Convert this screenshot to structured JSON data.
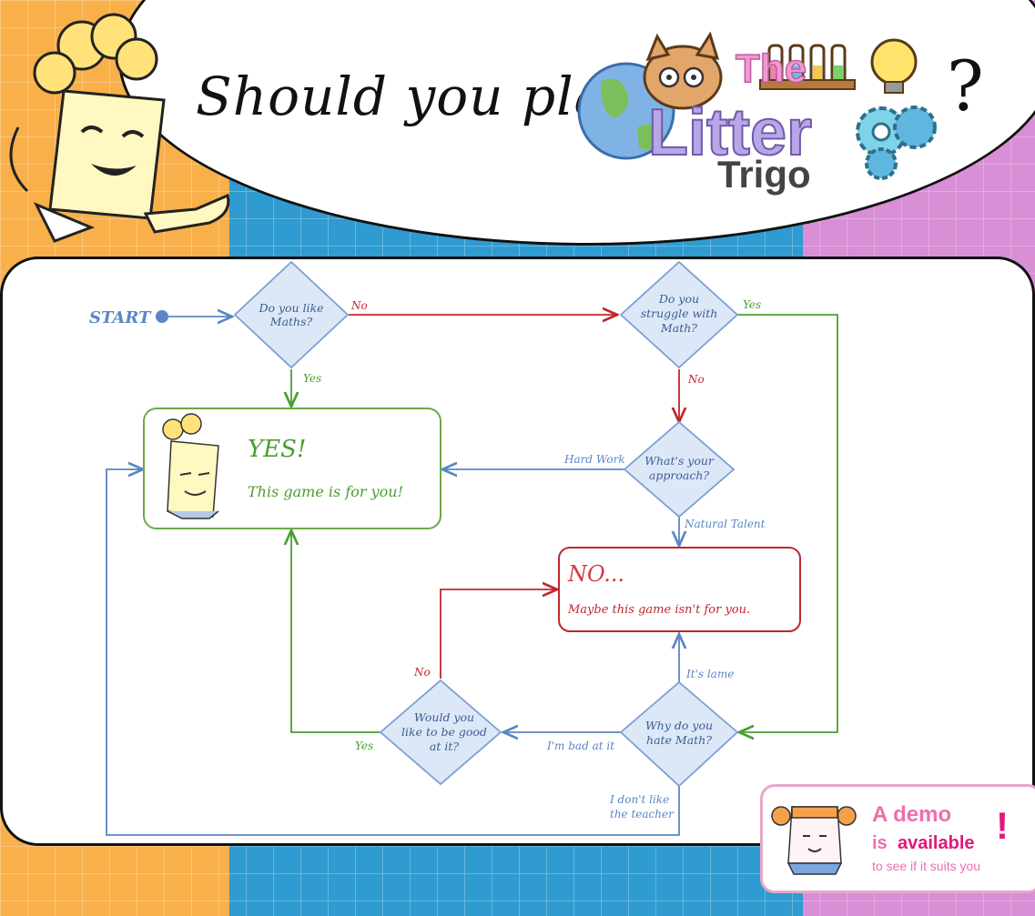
{
  "header": {
    "headline": "Should you play",
    "logo_text_the": "The",
    "logo_text_litter": "Litter",
    "logo_text_trigo": "Trigo",
    "question_mark": "?"
  },
  "colors": {
    "yes_green": "#4a9e2e",
    "no_red": "#c0272d",
    "flow_blue": "#5b86c4",
    "diamond_fill": "#dce8f7",
    "demo_pink": "#f06dad"
  },
  "flowchart": {
    "start": "START",
    "nodes": {
      "like_maths": [
        "Do you like",
        "Maths?"
      ],
      "struggle": [
        "Do you",
        "struggle with",
        "Math?"
      ],
      "approach": [
        "What's your",
        "approach?"
      ],
      "why_hate": [
        "Why do you",
        "hate Math?"
      ],
      "good_at": [
        "Would you",
        "like to be good",
        "at it?"
      ]
    },
    "yes_box": {
      "title": "YES!",
      "text": "This game is for you!"
    },
    "no_box": {
      "title": "NO...",
      "text": "Maybe this game isn't for you."
    },
    "edge_labels": {
      "like_no": "No",
      "like_yes": "Yes",
      "struggle_yes": "Yes",
      "struggle_no": "No",
      "hard_work": "Hard Work",
      "natural_talent": "Natural Talent",
      "its_lame": "It's lame",
      "bad_at_it": "I'm bad at it",
      "good_no": "No",
      "good_yes": "Yes",
      "teacher_1": "I don't like",
      "teacher_2": "the teacher"
    }
  },
  "demo": {
    "line1": "A demo",
    "is": "is",
    "available": "available",
    "line3": "to see if it suits you",
    "bang": "!"
  }
}
